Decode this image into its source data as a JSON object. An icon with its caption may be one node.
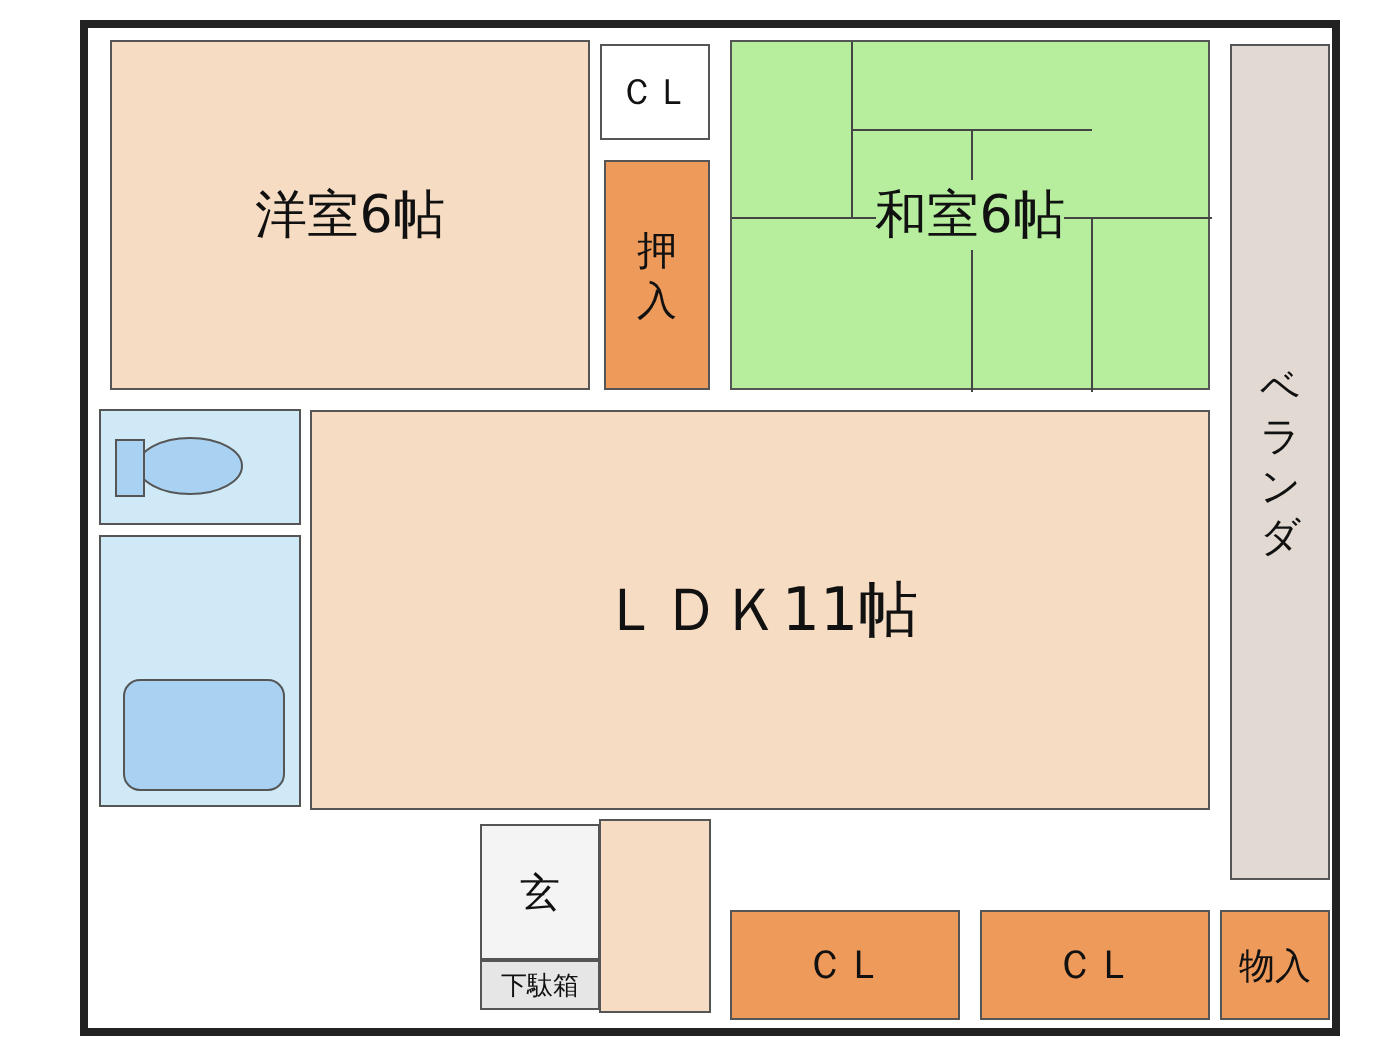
{
  "diagram": {
    "nodes": [
      {
        "text": [
          "洋室6帖"
        ]
      },
      {
        "text": [
          "ＣＬ"
        ]
      },
      {
        "text": [
          "押入"
        ]
      },
      {
        "text": [
          "和室6帖"
        ]
      },
      {
        "text": [
          "ベランダ"
        ]
      },
      {
        "text": [
          "ＬＤＫ11帖"
        ]
      },
      {
        "text": [
          "玄"
        ]
      },
      {
        "text": [
          "下駄箱"
        ]
      },
      {
        "text": [
          "ＣＬ"
        ]
      },
      {
        "text": [
          "ＣＬ"
        ]
      },
      {
        "text": [
          "物入"
        ]
      }
    ],
    "edges": []
  }
}
